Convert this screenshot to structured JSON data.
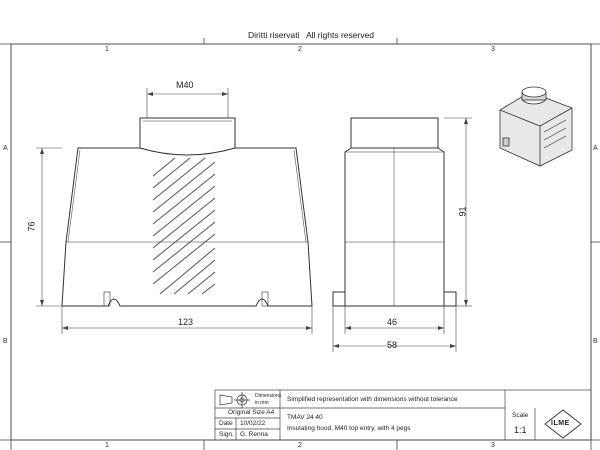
{
  "header": {
    "rights_it": "Diritti riservati",
    "rights_en": "All rights reserved"
  },
  "zones": {
    "columns": [
      "1",
      "2",
      "3"
    ],
    "rows": [
      "A",
      "B"
    ]
  },
  "dimensions": {
    "thread": "M40",
    "front_height": "76",
    "front_width": "123",
    "side_height": "91",
    "side_inner_width": "46",
    "side_outer_width": "58"
  },
  "title_block": {
    "dimensions_unit_label": "Dimensions in mm",
    "note": "Simplified representation with dimensions without tolerance",
    "original_size_label": "Original Size A4",
    "date_label": "Date",
    "date_value": "10/02/22",
    "sign_label": "Sign.",
    "sign_value": "G. Renna",
    "part_code": "TMAV 24 40",
    "description": "Insulating hood, M40 top entry, with 4 pegs",
    "scale_label": "Scale",
    "scale_value": "1:1",
    "logo_text": "ILME"
  }
}
